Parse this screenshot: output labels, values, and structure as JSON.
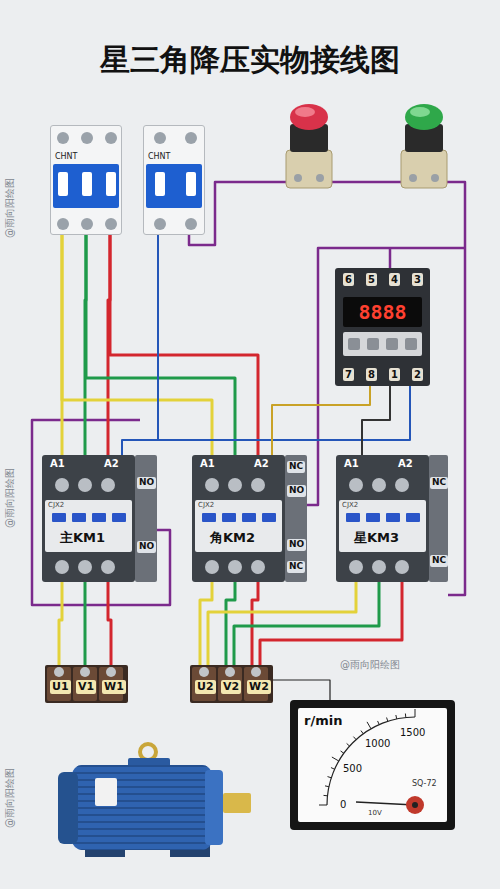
{
  "diagram": {
    "title": "星三角降压实物接线图",
    "nodes": [
      {
        "text": [
          "CHNT"
        ]
      },
      {
        "text": [
          "CHNT"
        ]
      },
      {
        "text": [
          "6",
          "5",
          "4",
          "3",
          "8888",
          "7",
          "8",
          "1",
          "2"
        ]
      },
      {
        "text": [
          "A1",
          "A2",
          "NO",
          "NO",
          "CJX2",
          "主KM1"
        ]
      },
      {
        "text": [
          "A1",
          "A2",
          "NC",
          "NO",
          "NO",
          "NC",
          "CJX2",
          "角KM2"
        ]
      },
      {
        "text": [
          "A1",
          "A2",
          "NC",
          "NC",
          "CJX2",
          "星KM3"
        ]
      },
      {
        "text": [
          "U1",
          "V1",
          "W1"
        ]
      },
      {
        "text": [
          "U2",
          "V2",
          "W2"
        ]
      },
      {
        "text": [
          "r/min",
          "0",
          "500",
          "1000",
          "1500",
          "SQ-72",
          "10V"
        ]
      }
    ],
    "edges": [
      {
        "from": 0,
        "to": 3,
        "arrow": "none"
      },
      {
        "from": 0,
        "to": 4,
        "arrow": "none"
      },
      {
        "from": 1,
        "to": 3,
        "arrow": "none"
      },
      {
        "from": 1,
        "to": 2,
        "arrow": "none"
      },
      {
        "from": 2,
        "to": 4,
        "arrow": "none"
      },
      {
        "from": 2,
        "to": 5,
        "arrow": "none"
      },
      {
        "from": 3,
        "to": 6,
        "arrow": "none"
      },
      {
        "from": 4,
        "to": 7,
        "arrow": "none"
      },
      {
        "from": 5,
        "to": 7,
        "arrow": "none"
      },
      {
        "from": 7,
        "to": 8,
        "arrow": "none"
      }
    ],
    "labels": [
      "@雨向阳绘图",
      "@雨向阳绘图",
      "@雨向阳绘图",
      "@雨向阳绘图"
    ]
  }
}
